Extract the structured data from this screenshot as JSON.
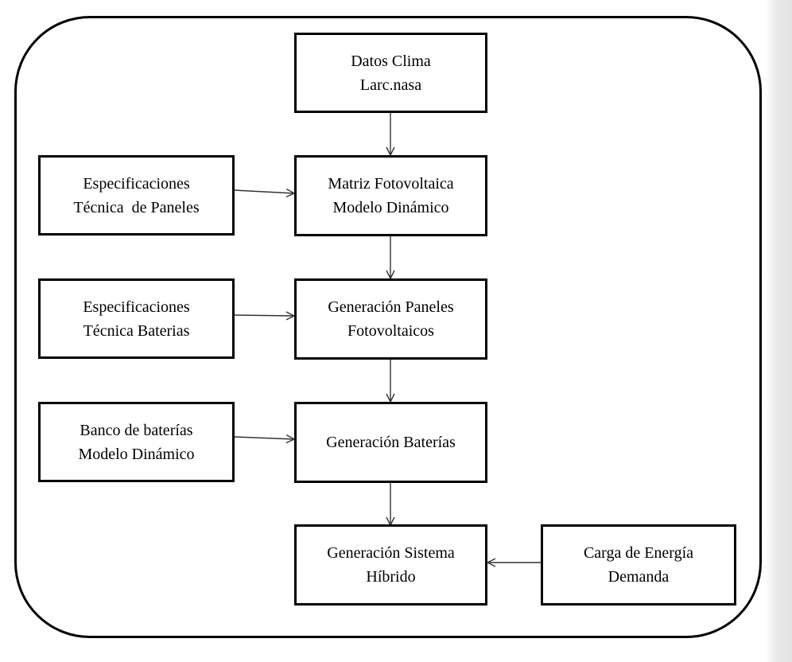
{
  "diagram": {
    "nodes": {
      "datos_clima": [
        "Datos Clima",
        "Larc.nasa"
      ],
      "especificaciones_paneles": [
        "Especificaciones",
        "Técnica  de Paneles"
      ],
      "matriz_fotovoltaica": [
        "Matriz Fotovoltaica",
        "Modelo Dinámico"
      ],
      "especificaciones_baterias": [
        "Especificaciones",
        "Técnica Baterias"
      ],
      "generacion_paneles": [
        "Generación Paneles",
        "Fotovoltaicos"
      ],
      "banco_baterias": [
        "Banco de baterías",
        "Modelo Dinámico"
      ],
      "generacion_baterias": [
        "Generación Baterías"
      ],
      "generacion_hibrido": [
        "Generación Sistema",
        "Híbrido"
      ],
      "carga_energia": [
        "Carga de Energía",
        "Demanda"
      ]
    },
    "edges": [
      [
        "datos_clima",
        "matriz_fotovoltaica"
      ],
      [
        "especificaciones_paneles",
        "matriz_fotovoltaica"
      ],
      [
        "matriz_fotovoltaica",
        "generacion_paneles"
      ],
      [
        "especificaciones_baterias",
        "generacion_paneles"
      ],
      [
        "generacion_paneles",
        "generacion_baterias"
      ],
      [
        "banco_baterias",
        "generacion_baterias"
      ],
      [
        "generacion_baterias",
        "generacion_hibrido"
      ],
      [
        "carga_energia",
        "generacion_hibrido"
      ]
    ]
  }
}
